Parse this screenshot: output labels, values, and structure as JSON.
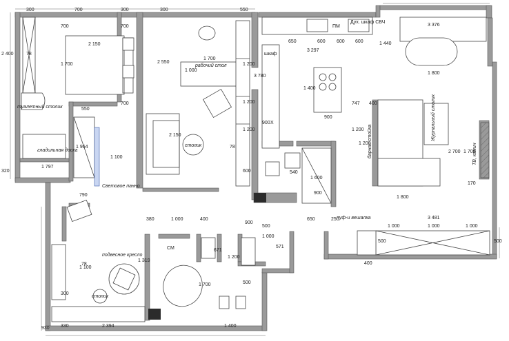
{
  "dims": {
    "top": [
      "300",
      "700",
      "300",
      "300",
      "550"
    ],
    "left": [
      "2 400",
      "320",
      "300",
      "930"
    ],
    "bottom": [
      "330",
      "2 394",
      "1 400",
      "400"
    ],
    "right": [
      "500"
    ],
    "bedroom": [
      "700",
      "2 150",
      "1 700",
      "700",
      "700",
      "78"
    ],
    "office": [
      "2 550",
      "1 700",
      "1 000",
      "2 150",
      "1 200",
      "1 200",
      "600",
      "1 200",
      "78"
    ],
    "kitchen": [
      "650",
      "600",
      "600",
      "600",
      "3 297",
      "1 400",
      "900",
      "747",
      "400",
      "1 200",
      "1 200",
      "900",
      "3 780",
      "1 800",
      "3 376",
      "1 440",
      "2 700",
      "1 700",
      "170",
      "1 800",
      "3 481",
      "1 000",
      "1 000",
      "1 000",
      "500"
    ],
    "hall": [
      "550",
      "1 954",
      "1 797",
      "1 100",
      "790",
      "380",
      "1 000",
      "400",
      "900",
      "500",
      "1 000",
      "571",
      "671",
      "1 200",
      "1 319",
      "1 100",
      "1 700",
      "500",
      "1 600",
      "540",
      "650",
      "250",
      "900",
      "78"
    ]
  },
  "labels": {
    "work_table": "рабочий стол",
    "table": "столик",
    "dressing_table": "туалетный столик",
    "ironing_board": "гладильная доска",
    "light_panel": "Световое панно",
    "hanging_chair": "подвесное кресло",
    "small_table": "столик",
    "cm": "СМ",
    "pm": "ПМ",
    "oven_cabinet": "Дух. шкаф СВЧ",
    "cabinet": "шкаф",
    "x": "Х",
    "bar_counter": "барная стойка",
    "coffee_table": "Журнальный столик",
    "tv": "ТВ, камин",
    "pouf": "пуф-и вешалка"
  }
}
